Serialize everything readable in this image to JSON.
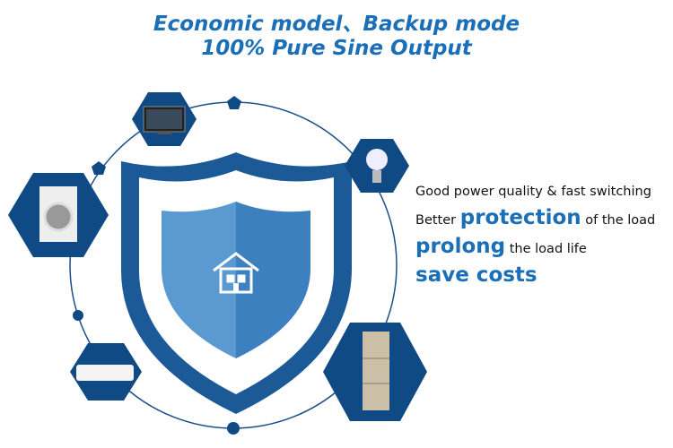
{
  "title": {
    "line1": "Economic model、Backup mode",
    "line2": "100% Pure Sine Output"
  },
  "features": {
    "line1": "Good power quality & fast switching",
    "line2_pre": "Better",
    "line2_em": "protection",
    "line2_post": "of the load",
    "line3_em": "prolong",
    "line3_post": "the load life",
    "line4_em": "save costs"
  },
  "colors": {
    "accent": "#1a6fb8",
    "hex": "#0f4a84",
    "ring": "#1b4f8a",
    "shield_light": "#5a9ad0",
    "shield_dark": "#3d80c0"
  }
}
